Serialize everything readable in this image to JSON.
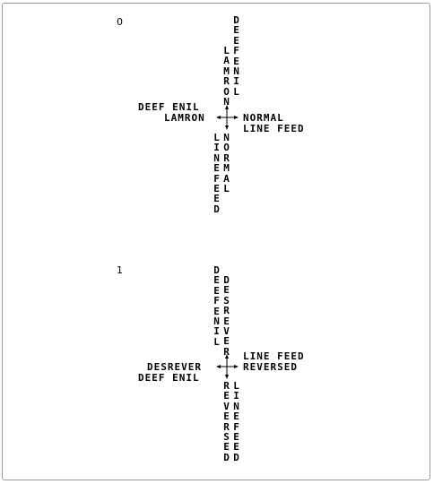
{
  "diagram_0": {
    "index": "0",
    "up_outer": "DEEF ENIL",
    "up_inner": "LAMRON",
    "left_top": "DEEF ENIL",
    "left_bottom": "LAMRON",
    "right_top": "NORMAL",
    "right_bottom": "LINE FEED",
    "down_left": "LINE FEED",
    "down_right": "NORMAL"
  },
  "diagram_1": {
    "index": "1",
    "up_left": "DEEF ENIL",
    "up_right": "DESREVER",
    "left_top": "DESREVER",
    "left_bottom": "DEEF ENIL",
    "right_top": "LINE FEED",
    "right_bottom": "REVERSED",
    "down_left": "REVERSED",
    "down_right": "LINE FEED"
  },
  "colors": {
    "border": "#9a9a9a",
    "text": "#000000"
  }
}
